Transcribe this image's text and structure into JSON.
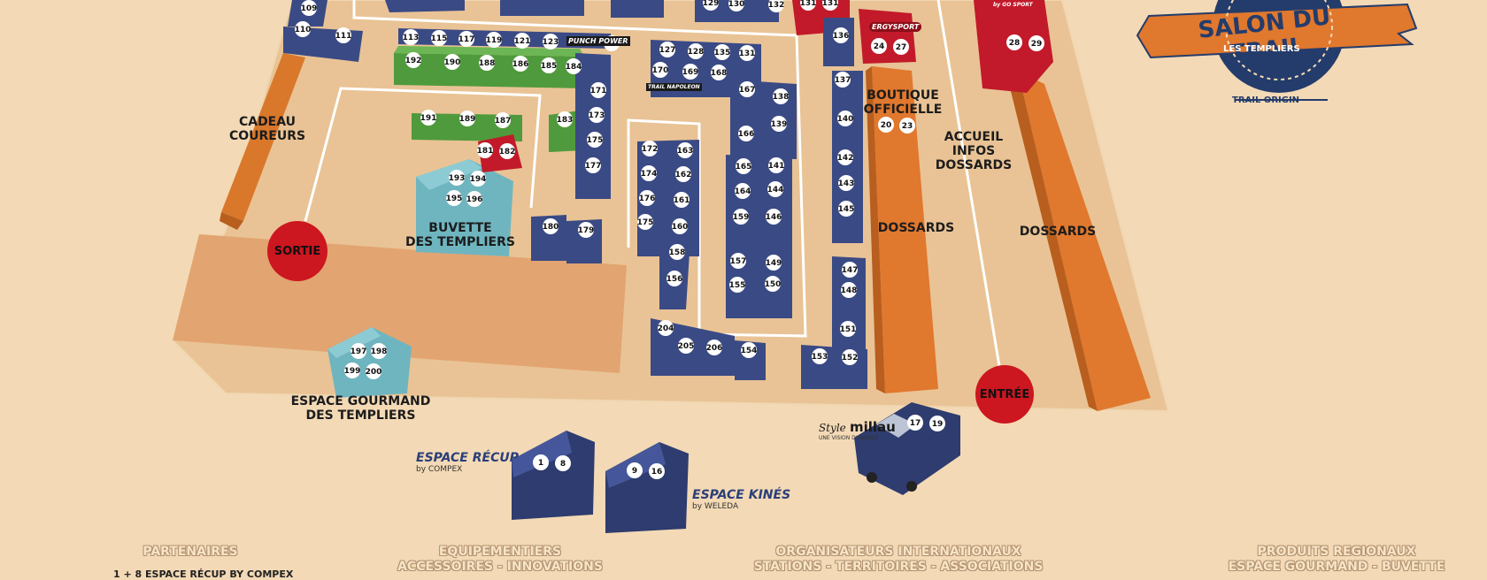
{
  "map": {
    "zones": {
      "cadeau": [
        "CADEAU",
        "COUREURS"
      ],
      "sortie": "SORTIE",
      "buvette": [
        "BUVETTE",
        "DES TEMPLIERS"
      ],
      "gourmand": [
        "ESPACE GOURMAND",
        "DES TEMPLIERS"
      ],
      "boutique": [
        "BOUTIQUE",
        "OFFICIELLE"
      ],
      "accueil": [
        "ACCUEIL",
        "INFOS",
        "DOSSARDS"
      ],
      "dossards1": "DOSSARDS",
      "dossards2": "DOSSARDS",
      "entree": "ENTRÉE",
      "recup": "ESPACE RÉCUP",
      "recup_by": "by COMPEX",
      "kines": "ESPACE KINÉS",
      "kines_by": "by WELEDA",
      "millau": "millau",
      "millau_sub": "UNE VISION D'AVANCE",
      "style": "Style",
      "punch": "PUNCH POWER",
      "trail_napoleon": "TRAIL NAPOLEON",
      "ergysport": "ERGYSPORT",
      "gosport": "by GO SPORT"
    },
    "stands": {
      "s109": "109",
      "s110": "110",
      "s111": "111",
      "s113": "113",
      "s115": "115",
      "s117": "117",
      "s119": "119",
      "s121": "121",
      "s123": "123",
      "s124": "124",
      "s192": "192",
      "s190": "190",
      "s188": "188",
      "s186": "186",
      "s185": "185",
      "s184": "184",
      "s191": "191",
      "s189": "189",
      "s187": "187",
      "s183": "183",
      "s181": "181",
      "s182": "182",
      "s193": "193",
      "s194": "194",
      "s195": "195",
      "s196": "196",
      "s180": "180",
      "s179": "179",
      "s171": "171",
      "s173": "173",
      "s175a": "175",
      "s177": "177",
      "s127": "127",
      "s128": "128",
      "s135": "135",
      "s131a": "131",
      "s170": "170",
      "s169": "169",
      "s168": "168",
      "s167": "167",
      "s166": "166",
      "s138": "138",
      "s139": "139",
      "s172": "172",
      "s174": "174",
      "s176": "176",
      "s175b": "175",
      "s163": "163",
      "s162": "162",
      "s161": "161",
      "s160": "160",
      "s158": "158",
      "s156": "156",
      "s165": "165",
      "s164": "164",
      "s159": "159",
      "s141": "141",
      "s144": "144",
      "s146": "146",
      "s157": "157",
      "s155": "155",
      "s149": "149",
      "s150": "150",
      "s204": "204",
      "s205": "205",
      "s206": "206",
      "s154": "154",
      "s153": "153",
      "s152": "152",
      "s151": "151",
      "s148": "148",
      "s147": "147",
      "s145": "145",
      "s143": "143",
      "s142": "142",
      "s140": "140",
      "s137": "137",
      "s136": "136",
      "s129": "129",
      "s130": "130",
      "s132": "132",
      "s131b": "131",
      "s131c": "131",
      "s24": "24",
      "s27": "27",
      "s20": "20",
      "s23": "23",
      "s28": "28",
      "s29": "29",
      "s197": "197",
      "s198": "198",
      "s199": "199",
      "s200": "200",
      "s1": "1",
      "s8": "8",
      "s9": "9",
      "s16": "16",
      "s17": "17",
      "s19": "19"
    }
  },
  "logo": {
    "title": "SALON DU TRAIL",
    "subtitle": "LES TEMPLIERS",
    "origin": "TRAIL ORIGIN"
  },
  "footer": {
    "partenaires": "PARTENAIRES",
    "equip": [
      "EQUIPEMENTIERS",
      "ACCESSOIRES - INNOVATIONS"
    ],
    "orga": [
      "ORGANISATEURS INTERNATIONAUX",
      "STATIONS - TERRITOIRES - ASSOCIATIONS"
    ],
    "produits": [
      "PRODUITS REGIONAUX",
      "ESPACE GOURMAND - BUVETTE"
    ],
    "legend_line": "1 + 8  ESPACE RÉCUP BY COMPEX"
  },
  "colors": {
    "background": "#f3d9b5",
    "ground": "#e9c395",
    "stand_blue": "#3a4a85",
    "stand_green": "#4f9a3c",
    "stand_red": "#c21a2a",
    "stand_teal": "#6fb5c0",
    "dossards_orange": "#e0782e",
    "bubble_red": "#cc1620"
  }
}
